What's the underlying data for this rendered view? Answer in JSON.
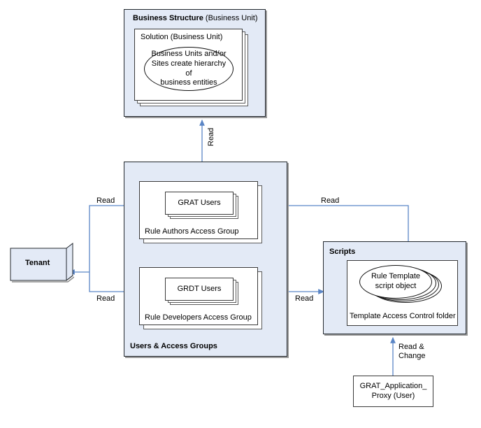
{
  "diagram": {
    "title_hidden": "",
    "colors": {
      "group_fill": "#e3eaf6",
      "group_border": "#23282e",
      "box_fill": "#ffffff",
      "box_border": "#5a5a5a",
      "connector": "#6a8fc4",
      "text": "#000000"
    },
    "business_structure": {
      "title_bold": "Business Structure",
      "title_normal": " (Business Unit)",
      "solution_label": "Solution (Business Unit)",
      "ellipse_text": "Business Units and/or Sites create hierarchy of business entities",
      "ellipse_lines": [
        "Business Units and/or",
        "Sites create hierarchy of",
        "business entities"
      ]
    },
    "users_access_groups": {
      "title": "Users & Access Groups",
      "rule_authors": {
        "users_label": "GRAT Users",
        "group_label": "Rule Authors Access Group"
      },
      "rule_developers": {
        "users_label": "GRDT Users",
        "group_label": "Rule Developers Access Group"
      }
    },
    "scripts": {
      "title": "Scripts",
      "ellipse_lines": [
        "Rule Template",
        "script object"
      ],
      "folder_label": "Template Access Control folder"
    },
    "tenant": {
      "label": "Tenant"
    },
    "proxy": {
      "lines": [
        "GRAT_Application_",
        "Proxy (User)"
      ]
    },
    "edges": [
      {
        "id": "bs-read",
        "label": "Read",
        "orientation": "vertical"
      },
      {
        "id": "tenant-grat",
        "label": "Read",
        "orientation": "horizontal"
      },
      {
        "id": "tenant-grdt",
        "label": "Read",
        "orientation": "horizontal"
      },
      {
        "id": "grat-scripts",
        "label": "Read",
        "orientation": "horizontal"
      },
      {
        "id": "grdt-scripts",
        "label": "Read",
        "orientation": "horizontal"
      },
      {
        "id": "proxy-scripts",
        "label": "Read &\nChange",
        "orientation": "vertical"
      }
    ],
    "edge_labels": {
      "business_read": "Read",
      "tenant_to_grat_read": "Read",
      "tenant_to_grdt_read": "Read",
      "grat_to_scripts_read": "Read",
      "grdt_to_scripts_read": "Read",
      "proxy_read_change_line1": "Read &",
      "proxy_read_change_line2": "Change"
    }
  }
}
